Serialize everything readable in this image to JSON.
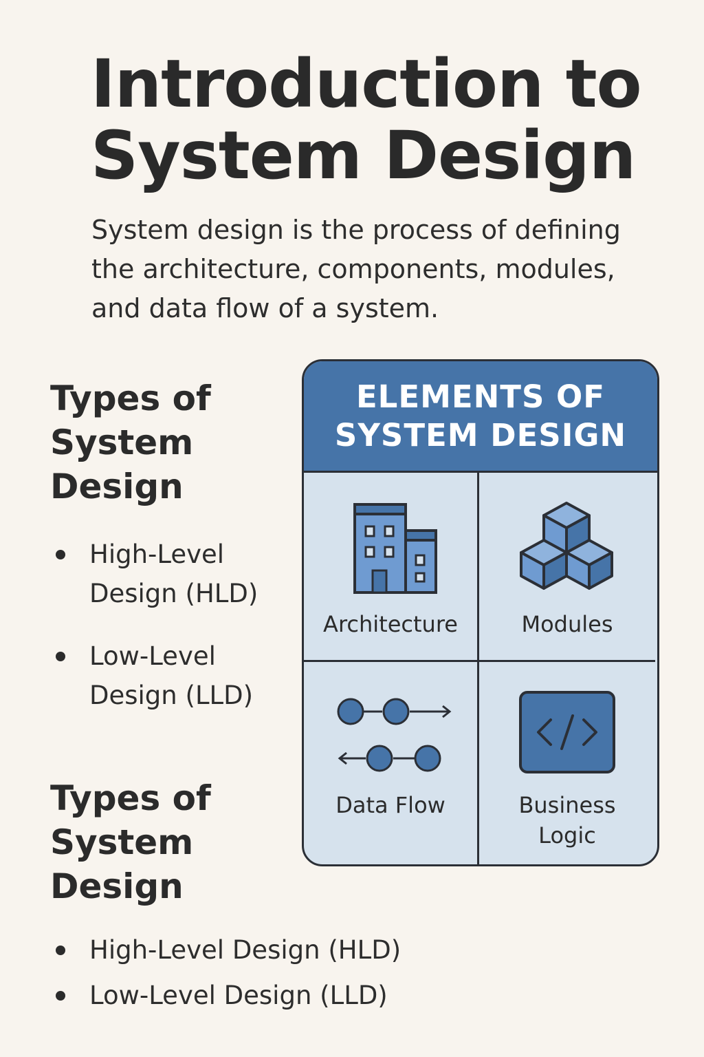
{
  "title": "Introduction to System Design",
  "intro": "System design is the process of defining the architecture, components, modules, and data flow of a system.",
  "types_section_1": {
    "heading": "Types of System Design",
    "items": [
      "High-Level Design (HLD)",
      "Low-Level Design (LLD)"
    ]
  },
  "types_section_2": {
    "heading": "Types of System Design",
    "items": [
      "High-Level Design (HLD)",
      "Low-Level Design (LLD)"
    ]
  },
  "elements_card": {
    "title": "ELEMENTS OF SYSTEM DESIGN",
    "cells": [
      {
        "label": "Architecture",
        "icon": "building-icon"
      },
      {
        "label": "Modules",
        "icon": "cubes-icon"
      },
      {
        "label": "Data Flow",
        "icon": "data-flow-icon"
      },
      {
        "label": "Business Logic",
        "icon": "code-icon"
      }
    ]
  },
  "colors": {
    "background": "#f8f4ee",
    "accent_blue": "#4674a8",
    "icon_blue": "#6f9bd1",
    "card_fill": "#d6e2ed",
    "outline": "#2b2f36",
    "text": "#2b2b2b"
  }
}
